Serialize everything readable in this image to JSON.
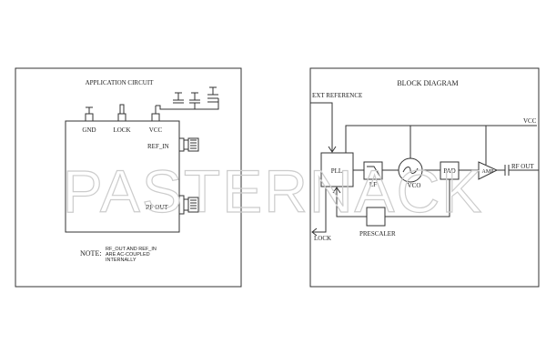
{
  "left_panel": {
    "title": "APPLICATION CIRCUIT",
    "pins": [
      "GND",
      "LOCK",
      "VCC"
    ],
    "ref_in": "REF_IN",
    "rf_out": "RF OUT",
    "note_label": "NOTE:",
    "note_lines": [
      "RF_OUT AND REF_IN",
      "ARE AC-COUPLED",
      "INTERNALLY"
    ]
  },
  "right_panel": {
    "title": "BLOCK DIAGRAM",
    "ext_reference": "EXT REFERENCE",
    "vcc": "VCC",
    "pll": "PLL",
    "lf": "LF",
    "vco": "VCO",
    "pad": "PAD",
    "amp": "AMP",
    "rf_out": "RF OUT",
    "lock": "LOCK",
    "prescaler": "PRESCALER"
  },
  "watermark": "PASTERNACK"
}
